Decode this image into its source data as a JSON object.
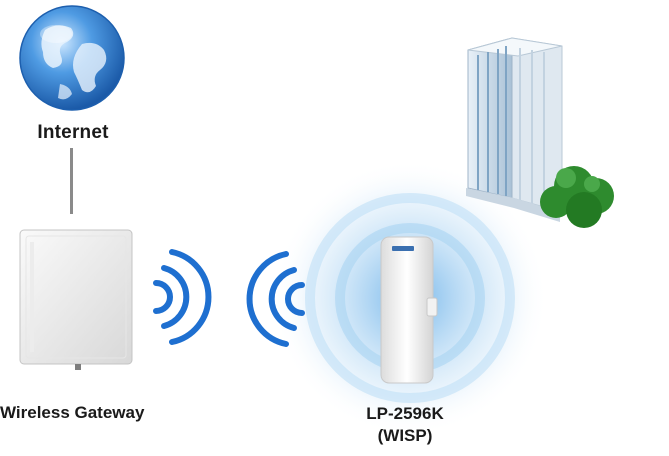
{
  "labels": {
    "internet": "Internet",
    "gateway": "Wireless Gateway",
    "wisp_model": "LP-2596K",
    "wisp_mode": "(WISP)"
  },
  "colors": {
    "signal_arc": "#1e6fd0",
    "halo": "#b9dcf4",
    "globe": "#2f7fd1",
    "building": "#9fb8cc",
    "tree": "#2e8b2e"
  },
  "icons": {
    "internet": "globe-icon",
    "gateway": "outdoor-antenna-panel-icon",
    "wisp": "outdoor-cpe-device-icon",
    "building": "office-building-icon",
    "signal": "wifi-signal-arcs-icon"
  }
}
